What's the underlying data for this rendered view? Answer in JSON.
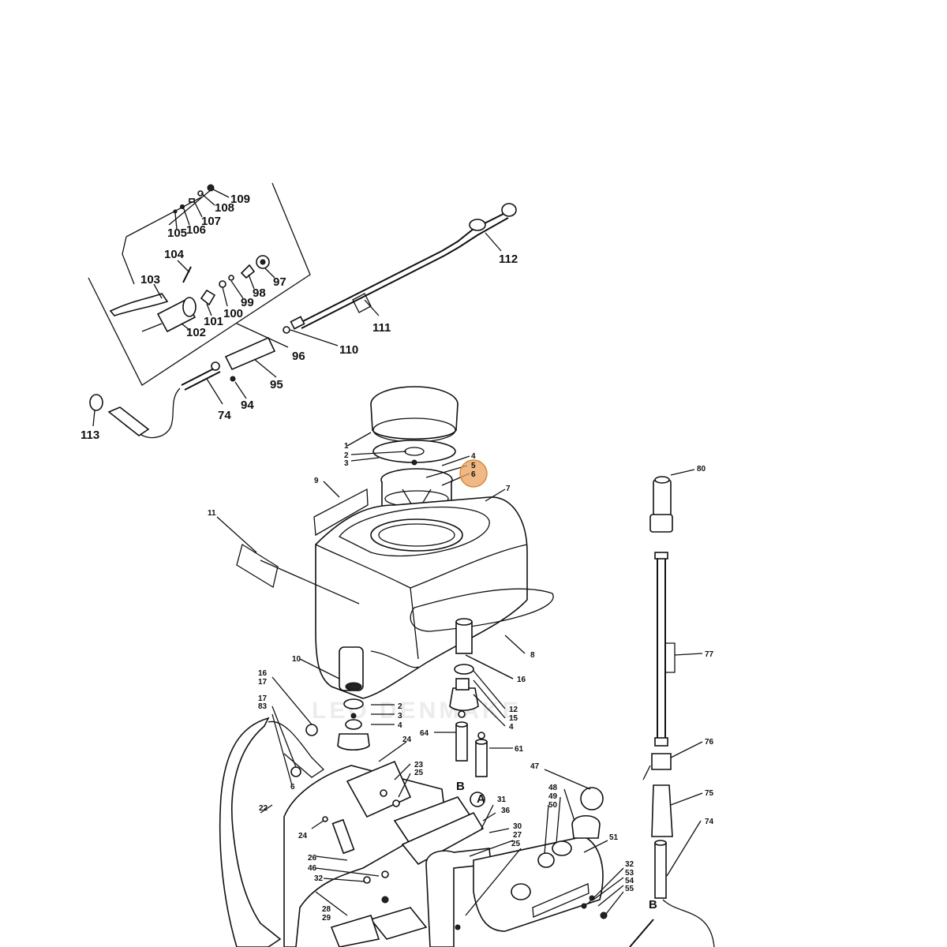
{
  "diagram": {
    "highlight_color": "#e8a25c",
    "watermark_text": "LEO DENMAKE",
    "labels": {
      "p109": "109",
      "p108": "108",
      "p107": "107",
      "p106": "106",
      "p105": "105",
      "p104": "104",
      "p103": "103",
      "p97": "97",
      "p98": "98",
      "p99": "99",
      "p100": "100",
      "p101": "101",
      "p102": "102",
      "p96": "96",
      "p110": "110",
      "p111": "111",
      "p112": "112",
      "p95": "95",
      "p94": "94",
      "p74a": "74",
      "p113": "113",
      "p80": "80",
      "p77": "77",
      "p76": "76",
      "p75": "75",
      "p74b": "74",
      "p1": "1",
      "p2a": "2",
      "p3a": "3",
      "p4a": "4",
      "p5": "5",
      "p6": "6",
      "p7": "7",
      "p9": "9",
      "p11": "11",
      "p8": "8",
      "p10": "10",
      "p16a": "16",
      "p16b": "16",
      "p17a": "17",
      "p17b": "17",
      "p83": "83",
      "p2b": "2",
      "p3b": "3",
      "p4b": "4",
      "p12": "12",
      "p15": "15",
      "p4c": "4",
      "p64": "64",
      "p61": "61",
      "pB1": "B",
      "pA": "A",
      "pB2": "B",
      "p47": "47",
      "p48": "48",
      "p49": "49",
      "p50": "50",
      "p51": "51",
      "p24a": "24",
      "p24b": "24",
      "p23": "23",
      "p25a": "25",
      "p25b": "25",
      "p22": "22",
      "p31": "31",
      "p36": "36",
      "p30": "30",
      "p27": "27",
      "p26": "26",
      "p46": "46",
      "p32a": "32",
      "p32b": "32",
      "p53": "53",
      "p54": "54",
      "p55": "55",
      "p28": "28",
      "p29": "29",
      "p6b": "6"
    }
  }
}
